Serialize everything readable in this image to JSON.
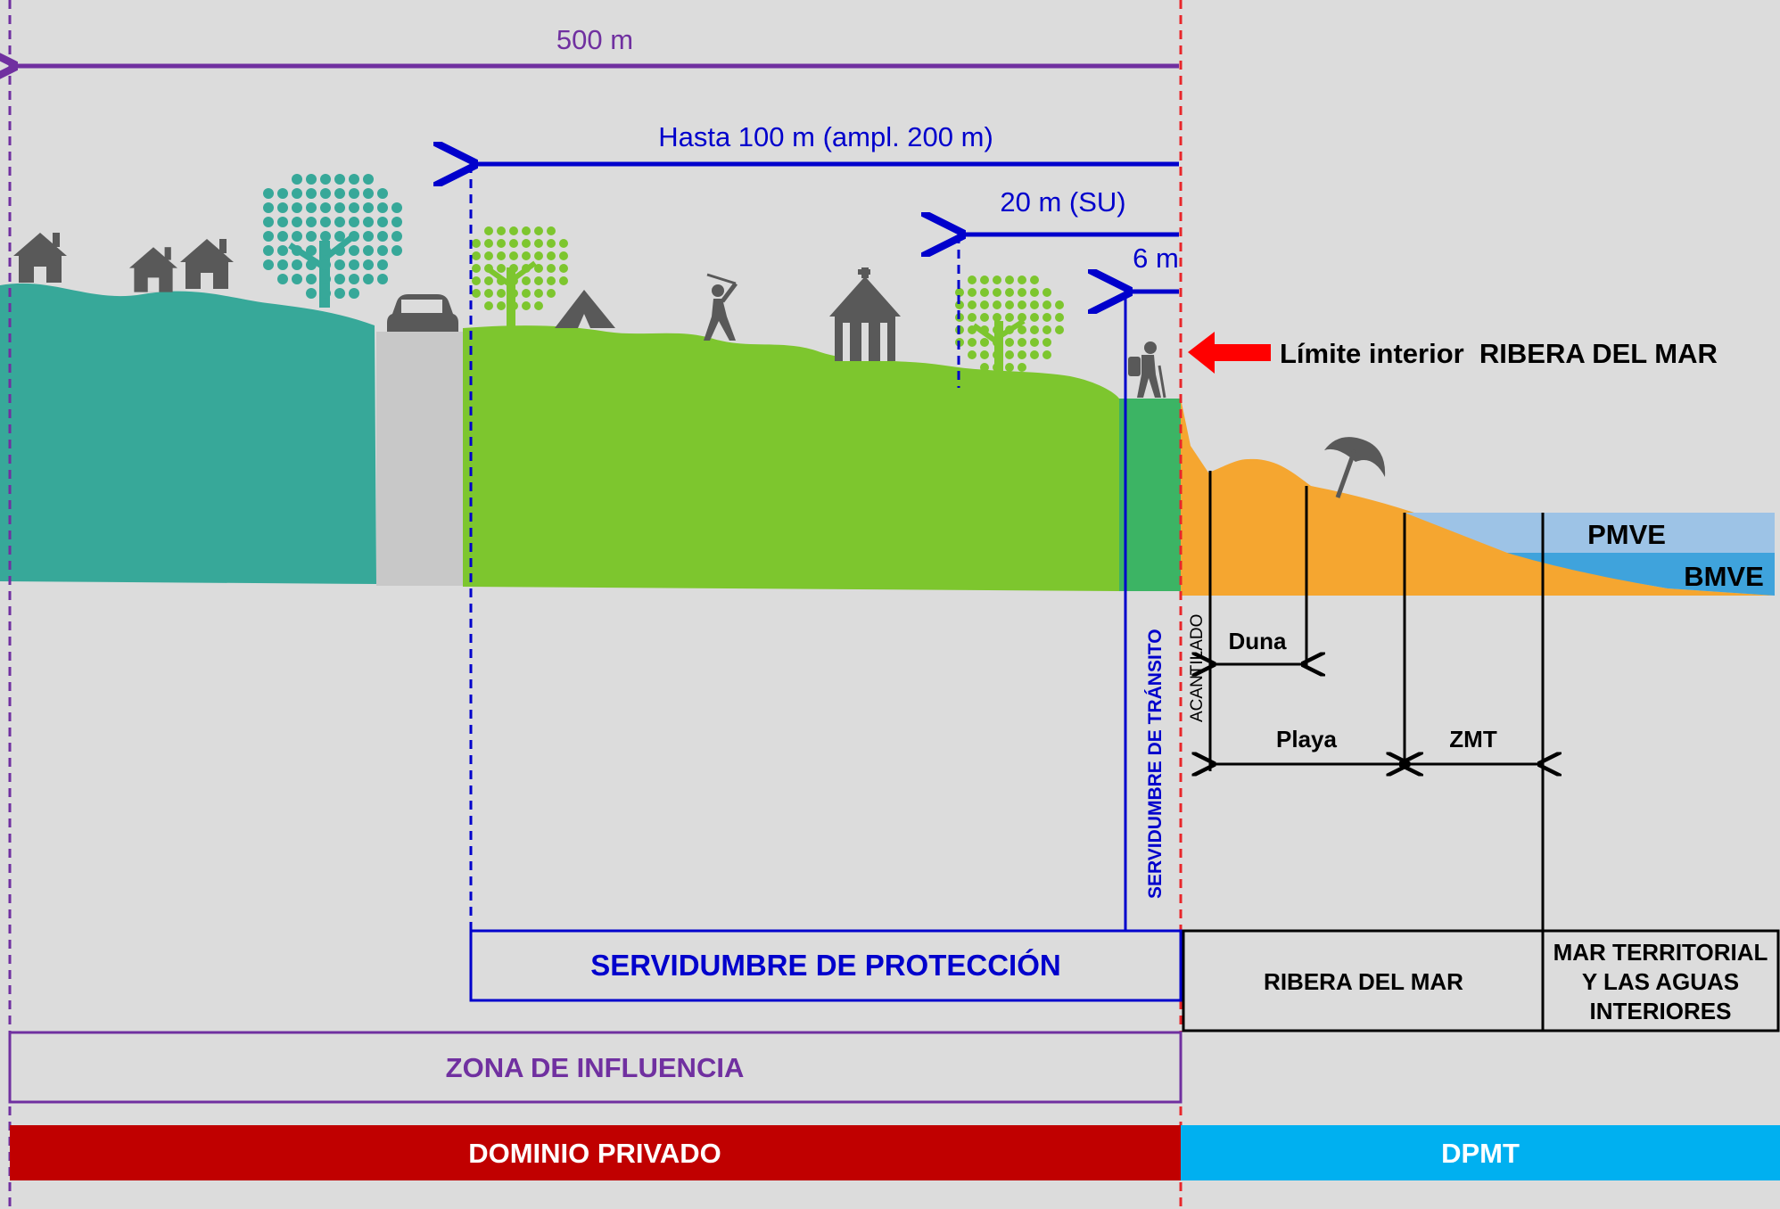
{
  "measures": {
    "m500": "500 m",
    "m100": "Hasta 100 m (ampl. 200 m)",
    "m20": "20 m (SU)",
    "m6": "6 m"
  },
  "limit_label": "Límite interior  RIBERA DEL MAR",
  "sea_levels": {
    "pmve": "PMVE",
    "bmve": "BMVE"
  },
  "features": {
    "duna": "Duna",
    "playa": "Playa",
    "zmt": "ZMT",
    "acantilado": "ACANTILADO",
    "servidumbre_transito": "SERVIDUMBRE DE TRÁNSITO"
  },
  "zones": {
    "proteccion": "SERVIDUMBRE DE PROTECCIÓN",
    "ribera": "RIBERA DEL MAR",
    "mar_line1": "MAR TERRITORIAL",
    "mar_line2": "Y LAS AGUAS",
    "mar_line3": "INTERIORES",
    "influencia": "ZONA DE INFLUENCIA",
    "privado": "DOMINIO PRIVADO",
    "dpmt": "DPMT"
  },
  "colors": {
    "background": "#dcdcdc",
    "purple": "#7030a0",
    "blue": "#0000cc",
    "red_dash": "#e8262a",
    "teal": "#37a899",
    "green": "#7dc62e",
    "dark_green": "#3cb464",
    "sand": "#f5a630",
    "sea_light": "#9dc3e6",
    "sea_dark": "#3fa3dc",
    "private_bar": "#c00000",
    "dpmt_bar": "#00b0f0",
    "icon_gray": "#595959"
  },
  "icons": [
    "house-icon",
    "car-icon",
    "tree-icon",
    "tent-icon",
    "golfer-icon",
    "circus-tent-icon",
    "hiker-icon",
    "umbrella-icon",
    "red-arrow-icon"
  ]
}
